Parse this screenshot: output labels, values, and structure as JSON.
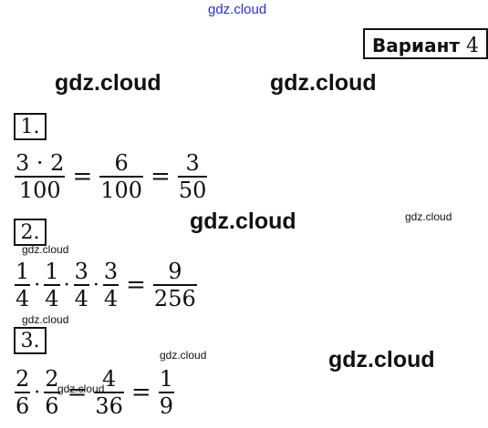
{
  "watermarks": {
    "top": "gdz.cloud",
    "large": [
      "gdz.cloud",
      "gdz.cloud",
      "gdz.cloud",
      "gdz.cloud"
    ],
    "small": [
      "gdz.cloud",
      "gdz.cloud",
      "gdz.cloud",
      "gdz.cloud",
      "gdz.cloud"
    ]
  },
  "header": {
    "variant_word": "Вариант",
    "variant_number": "4"
  },
  "tasks": [
    {
      "label": "1.",
      "parts": [
        {
          "type": "frac",
          "n": "3 · 2",
          "d": "100"
        },
        {
          "type": "op",
          "v": "="
        },
        {
          "type": "frac",
          "n": "6",
          "d": "100"
        },
        {
          "type": "op",
          "v": "="
        },
        {
          "type": "frac",
          "n": "3",
          "d": "50"
        }
      ]
    },
    {
      "label": "2.",
      "parts": [
        {
          "type": "frac",
          "n": "1",
          "d": "4"
        },
        {
          "type": "dot",
          "v": "·"
        },
        {
          "type": "frac",
          "n": "1",
          "d": "4"
        },
        {
          "type": "dot",
          "v": "·"
        },
        {
          "type": "frac",
          "n": "3",
          "d": "4"
        },
        {
          "type": "dot",
          "v": "·"
        },
        {
          "type": "frac",
          "n": "3",
          "d": "4"
        },
        {
          "type": "op",
          "v": "="
        },
        {
          "type": "frac",
          "n": "9",
          "d": "256"
        }
      ]
    },
    {
      "label": "3.",
      "parts": [
        {
          "type": "frac",
          "n": "2",
          "d": "6"
        },
        {
          "type": "dot",
          "v": "·"
        },
        {
          "type": "frac",
          "n": "2",
          "d": "6"
        },
        {
          "type": "op",
          "v": "="
        },
        {
          "type": "frac",
          "n": "4",
          "d": "36"
        },
        {
          "type": "op",
          "v": "="
        },
        {
          "type": "frac",
          "n": "1",
          "d": "9"
        }
      ]
    }
  ]
}
